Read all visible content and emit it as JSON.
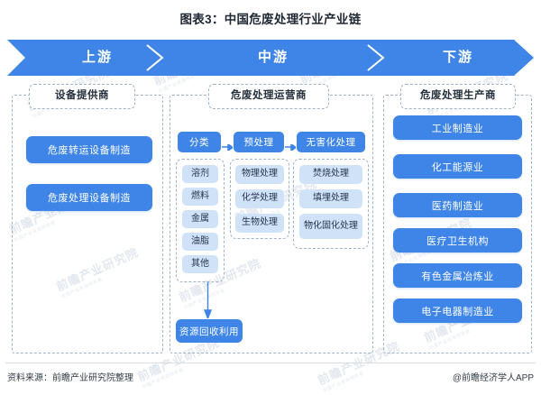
{
  "title": "图表3：中国危废处理行业产业链",
  "colors": {
    "primary_blue": "#3f85e8",
    "light_blue": "#cfe2f7",
    "dashed_border": "#9fb3c8",
    "text_dark": "#1f2733"
  },
  "banner": {
    "segments": [
      {
        "label": "上游"
      },
      {
        "label": "中游"
      },
      {
        "label": "下游"
      }
    ]
  },
  "columns": {
    "upstream": {
      "header": "设备提供商",
      "items": [
        "危废转运设备制造",
        "危废处理设备制造"
      ]
    },
    "midstream": {
      "header": "危废处理运营商",
      "stages": [
        {
          "label": "分类"
        },
        {
          "label": "预处理"
        },
        {
          "label": "无害化处理"
        }
      ],
      "groups": [
        {
          "items": [
            "溶剂",
            "燃料",
            "金属",
            "油脂",
            "其他"
          ]
        },
        {
          "items": [
            "物理处理",
            "化学处理",
            "生物处理"
          ]
        },
        {
          "items": [
            "焚烧处理",
            "填埋处理",
            "物化固化处理"
          ]
        }
      ],
      "output": "资源回收利用"
    },
    "downstream": {
      "header": "危废处理生产商",
      "items": [
        "工业制造业",
        "化工能源业",
        "医药制造业",
        "医疗卫生机构",
        "有色金属冶炼业",
        "电子电器制造业"
      ]
    }
  },
  "footer": {
    "source": "资料来源：前瞻产业研究院整理",
    "credit": "@前瞻经济学人APP"
  },
  "watermarks": {
    "text": "前瞻产业研究院",
    "sub": "中国产业咨询领导者"
  }
}
